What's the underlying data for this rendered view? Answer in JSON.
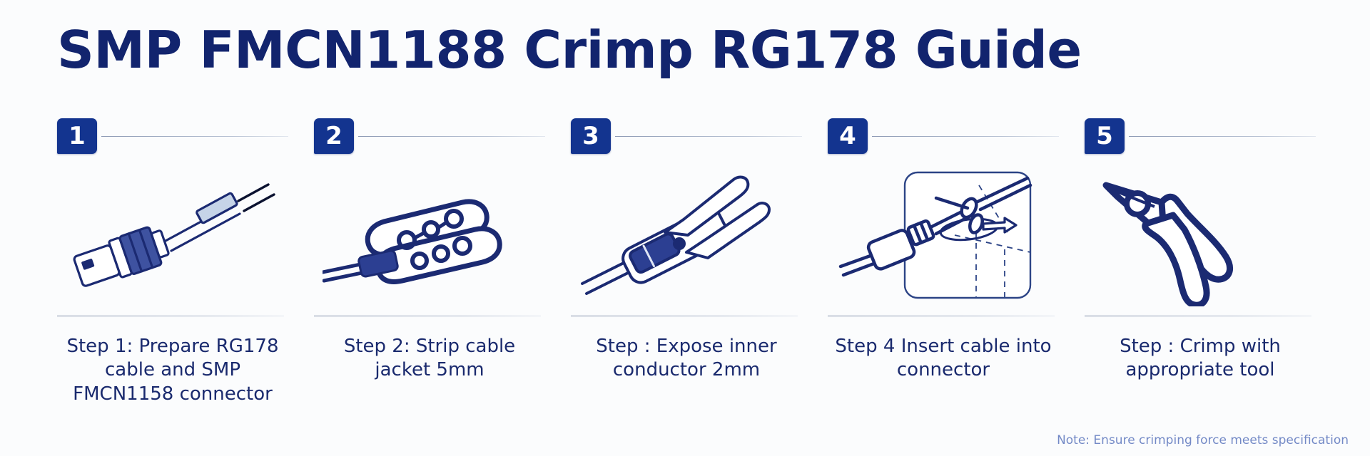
{
  "title": "SMP FMCN1188 Crimp RG178 Guide",
  "colors": {
    "badge_blue": "#13348f",
    "title_navy": "#12246e",
    "caption_navy": "#1a2a6e",
    "line_gray": "#8d9bb5",
    "note_blue": "#5c76bd",
    "background": "#fbfcfd"
  },
  "steps": [
    {
      "number": "1",
      "caption": "Step 1: Prepare RG178 cable and SMP FMCN1158 connector",
      "illustration": "coax-connector-with-cable-illustration"
    },
    {
      "number": "2",
      "caption": "Step 2: Strip cable jacket 5mm",
      "illustration": "wire-stripper-tool-illustration"
    },
    {
      "number": "3",
      "caption": "Step : Expose inner conductor 2mm",
      "illustration": "pliers-gripping-cable-illustration"
    },
    {
      "number": "4",
      "caption": "Step 4  Insert cable into connector",
      "illustration": "cable-insertion-detail-illustration"
    },
    {
      "number": "5",
      "caption": "Step : Crimp with appropriate tool",
      "illustration": "crimping-pliers-illustration"
    }
  ],
  "note": "Note: Ensure crimping force meets specification"
}
